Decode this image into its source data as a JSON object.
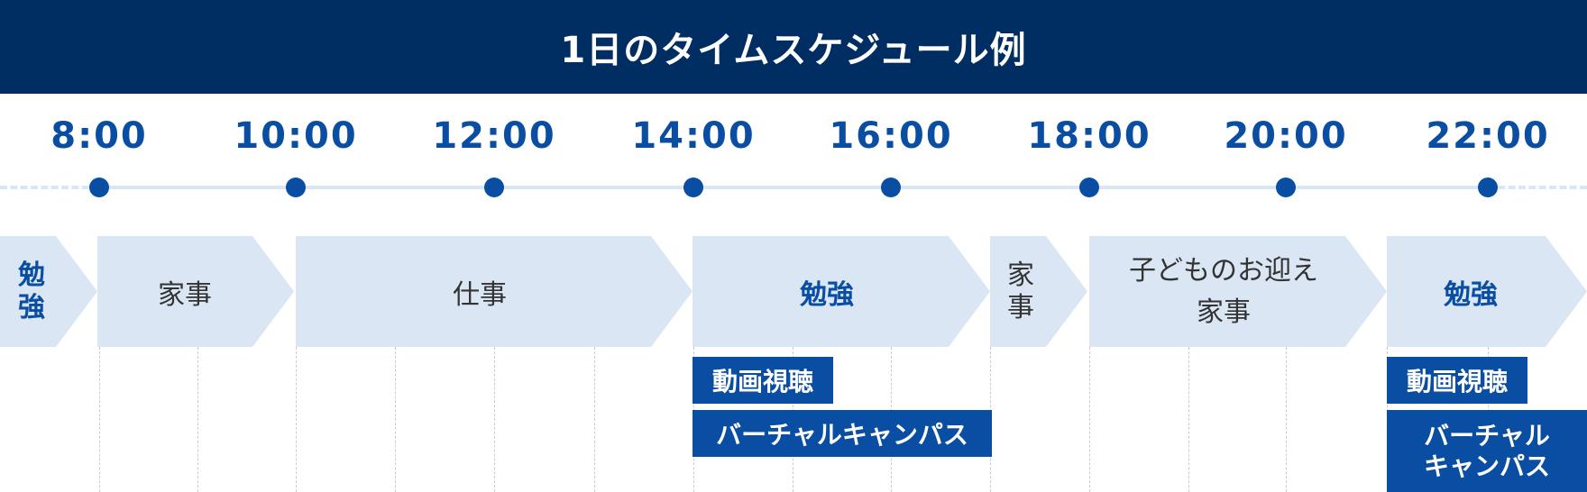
{
  "title": "1日のタイムスケジュール例",
  "times": [
    "8:00",
    "10:00",
    "12:00",
    "14:00",
    "16:00",
    "18:00",
    "20:00",
    "22:00"
  ],
  "blocks": [
    {
      "label": "勉強",
      "type": "study"
    },
    {
      "label": "家事",
      "type": "chore"
    },
    {
      "label": "仕事",
      "type": "work"
    },
    {
      "label": "勉強",
      "type": "study"
    },
    {
      "label": "家事",
      "type": "chore"
    },
    {
      "label": "子どものお迎え 家事",
      "type": "chore"
    },
    {
      "label": "勉強",
      "type": "study"
    }
  ],
  "sub_blocks": [
    {
      "label": "動画視聴"
    },
    {
      "label": "バーチャルキャンパス"
    },
    {
      "label": "動画視聴"
    },
    {
      "label": "バーチャル キャンパス"
    }
  ],
  "colors": {
    "header": "#002d62",
    "accent": "#0a4ea3",
    "block_bg": "#dbe6f4",
    "text": "#333333"
  }
}
